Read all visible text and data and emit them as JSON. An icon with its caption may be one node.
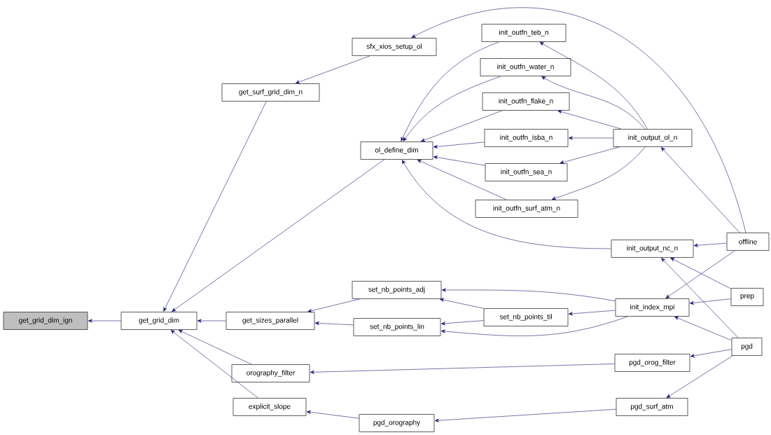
{
  "diagram": {
    "nodes": [
      {
        "text": [
          "get_grid_dim_ign"
        ]
      },
      {
        "text": [
          "get_grid_dim"
        ]
      },
      {
        "text": [
          "get_surf_grid_dim_n"
        ]
      },
      {
        "text": [
          "sfx_xios_setup_ol"
        ]
      },
      {
        "text": [
          "get_sizes_parallel"
        ]
      },
      {
        "text": [
          "orography_filter"
        ]
      },
      {
        "text": [
          "explicit_slope"
        ]
      },
      {
        "text": [
          "ol_define_dim"
        ]
      },
      {
        "text": [
          "set_nb_points_adj"
        ]
      },
      {
        "text": [
          "set_nb_points_lin"
        ]
      },
      {
        "text": [
          "pgd_orography"
        ]
      },
      {
        "text": [
          "init_outfn_teb_n"
        ]
      },
      {
        "text": [
          "init_outfn_water_n"
        ]
      },
      {
        "text": [
          "init_outfn_flake_n"
        ]
      },
      {
        "text": [
          "init_outfn_isba_n"
        ]
      },
      {
        "text": [
          "init_outfn_sea_n"
        ]
      },
      {
        "text": [
          "init_outfn_surf_atm_n"
        ]
      },
      {
        "text": [
          "set_nb_points_til"
        ]
      },
      {
        "text": [
          "init_output_ol_n"
        ]
      },
      {
        "text": [
          "init_output_nc_n"
        ]
      },
      {
        "text": [
          "init_index_mpi"
        ]
      },
      {
        "text": [
          "pgd_orog_filter"
        ]
      },
      {
        "text": [
          "pgd_surf_atm"
        ]
      },
      {
        "text": [
          "offline"
        ]
      },
      {
        "text": [
          "prep"
        ]
      },
      {
        "text": [
          "pgd"
        ]
      }
    ],
    "edges": [
      {
        "from": 1,
        "to": 0,
        "arrow": "to"
      },
      {
        "from": 2,
        "to": 1,
        "arrow": "to"
      },
      {
        "from": 7,
        "to": 1,
        "arrow": "to"
      },
      {
        "from": 4,
        "to": 1,
        "arrow": "to"
      },
      {
        "from": 5,
        "to": 1,
        "arrow": "to"
      },
      {
        "from": 6,
        "to": 1,
        "arrow": "to"
      },
      {
        "from": 3,
        "to": 2,
        "arrow": "to"
      },
      {
        "from": 8,
        "to": 4,
        "arrow": "to"
      },
      {
        "from": 9,
        "to": 4,
        "arrow": "to"
      },
      {
        "from": 21,
        "to": 5,
        "arrow": "to"
      },
      {
        "from": 10,
        "to": 6,
        "arrow": "to"
      },
      {
        "from": 11,
        "to": 7,
        "arrow": "to"
      },
      {
        "from": 12,
        "to": 7,
        "arrow": "to"
      },
      {
        "from": 13,
        "to": 7,
        "arrow": "to"
      },
      {
        "from": 14,
        "to": 7,
        "arrow": "to"
      },
      {
        "from": 15,
        "to": 7,
        "arrow": "to"
      },
      {
        "from": 16,
        "to": 7,
        "arrow": "to"
      },
      {
        "from": 19,
        "to": 7,
        "arrow": "to"
      },
      {
        "from": 20,
        "to": 8,
        "arrow": "to"
      },
      {
        "from": 17,
        "to": 8,
        "arrow": "to"
      },
      {
        "from": 17,
        "to": 9,
        "arrow": "to"
      },
      {
        "from": 20,
        "to": 9,
        "arrow": "to"
      },
      {
        "from": 22,
        "to": 10,
        "arrow": "to"
      },
      {
        "from": 23,
        "to": 3,
        "arrow": "to"
      },
      {
        "from": 18,
        "to": 11,
        "arrow": "to"
      },
      {
        "from": 18,
        "to": 12,
        "arrow": "to"
      },
      {
        "from": 18,
        "to": 13,
        "arrow": "to"
      },
      {
        "from": 18,
        "to": 14,
        "arrow": "to"
      },
      {
        "from": 18,
        "to": 15,
        "arrow": "to"
      },
      {
        "from": 18,
        "to": 16,
        "arrow": "to"
      },
      {
        "from": 20,
        "to": 17,
        "arrow": "to"
      },
      {
        "from": 23,
        "to": 18,
        "arrow": "to"
      },
      {
        "from": 23,
        "to": 19,
        "arrow": "to"
      },
      {
        "from": 24,
        "to": 19,
        "arrow": "to"
      },
      {
        "from": 25,
        "to": 19,
        "arrow": "to"
      },
      {
        "from": 23,
        "to": 20,
        "arrow": "to"
      },
      {
        "from": 24,
        "to": 20,
        "arrow": "to"
      },
      {
        "from": 25,
        "to": 20,
        "arrow": "to"
      },
      {
        "from": 25,
        "to": 21,
        "arrow": "to"
      },
      {
        "from": 25,
        "to": 22,
        "arrow": "to"
      }
    ]
  }
}
